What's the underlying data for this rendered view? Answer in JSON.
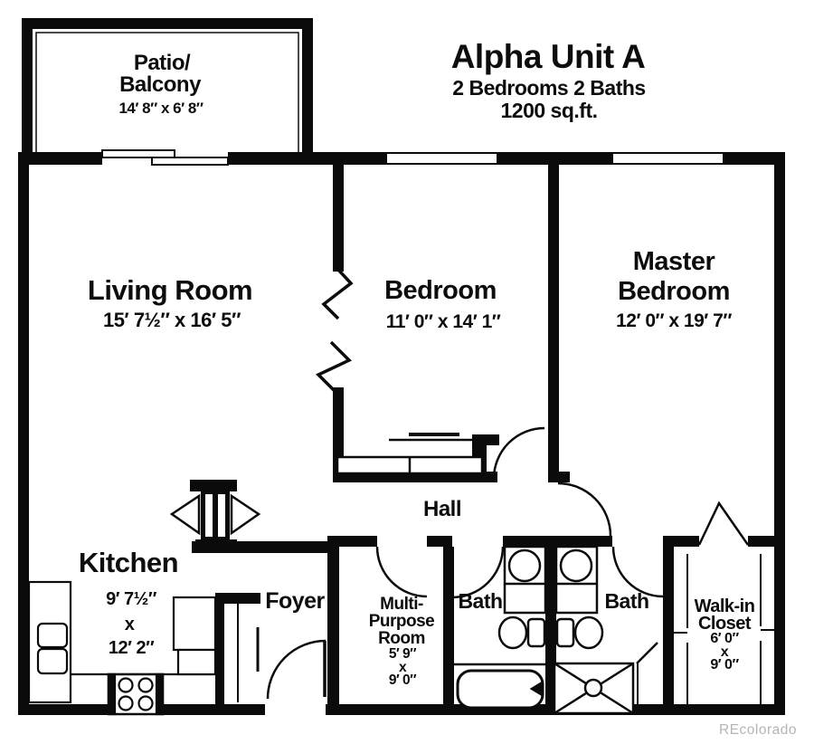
{
  "header": {
    "title": "Alpha Unit A",
    "subtitle1": "2 Bedrooms 2 Baths",
    "subtitle2": "1200 sq.ft."
  },
  "watermark": "REcolorado",
  "rooms": {
    "patio": {
      "label1": "Patio/",
      "label2": "Balcony",
      "dims": "14′ 8″ x 6′ 8″"
    },
    "living": {
      "label": "Living Room",
      "dims": "15′ 7½″ x 16′ 5″"
    },
    "bedroom": {
      "label": "Bedroom",
      "dims": "11′ 0″ x 14′ 1″"
    },
    "master": {
      "label1": "Master",
      "label2": "Bedroom",
      "dims": "12′ 0″ x 19′ 7″"
    },
    "kitchen": {
      "label": "Kitchen",
      "dim1": "9′ 7½″",
      "dim2": "x",
      "dim3": "12′ 2″"
    },
    "foyer": {
      "label": "Foyer"
    },
    "hall": {
      "label": "Hall"
    },
    "multipurpose": {
      "label1": "Multi-",
      "label2": "Purpose",
      "label3": "Room",
      "dim1": "5′ 9″",
      "dim2": "x",
      "dim3": "9′ 0″"
    },
    "bath1": {
      "label": "Bath"
    },
    "bath2": {
      "label": "Bath"
    },
    "walkin": {
      "label1": "Walk-in",
      "label2": "Closet",
      "dim1": "6′ 0″",
      "dim2": "x",
      "dim3": "9′ 0″"
    }
  },
  "colors": {
    "wall": "#0b0b0b",
    "background": "#ffffff",
    "watermark": "#b5b5b5"
  }
}
